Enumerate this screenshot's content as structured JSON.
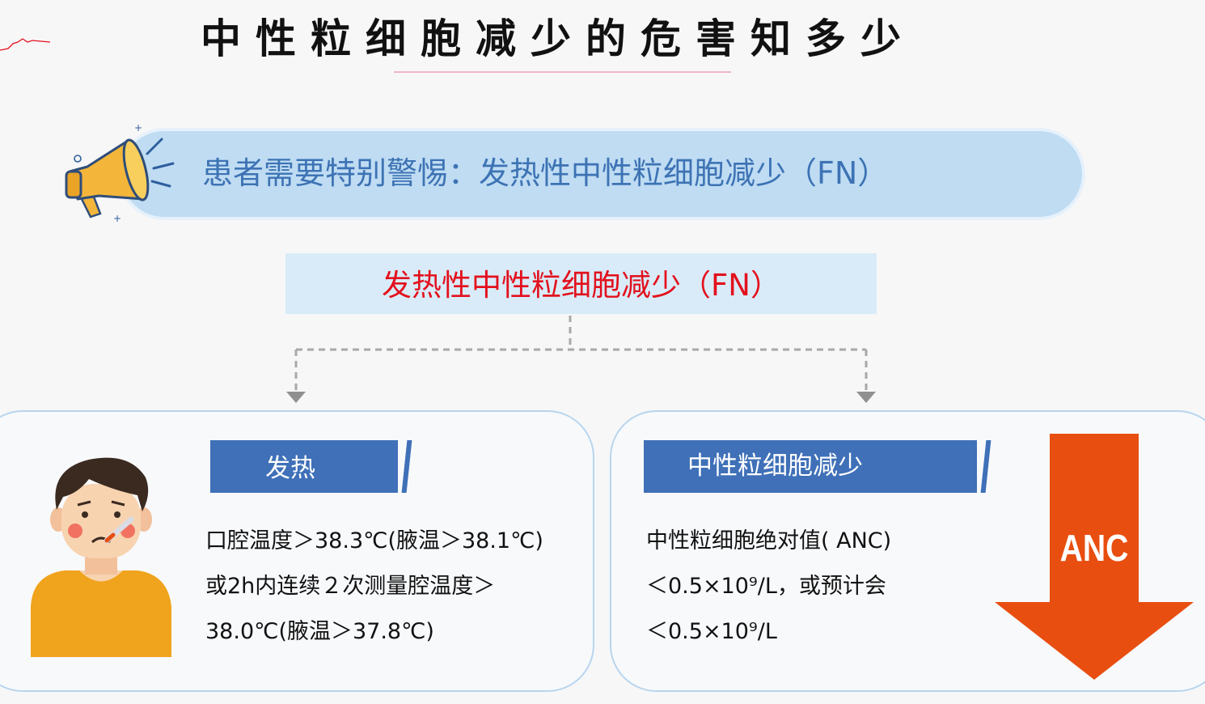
{
  "page": {
    "title": "中性粒细胞减少的危害知多少"
  },
  "banner": {
    "text": "患者需要特别警惕：发热性中性粒细胞减少（FN）",
    "icon": "megaphone-icon"
  },
  "center_box": {
    "text": "发热性中性粒细胞减少（FN）"
  },
  "left_card": {
    "tag": "发热",
    "lines": [
      "口腔温度＞38.3℃(腋温＞38.1℃)",
      "或2h内连续２次测量腔温度＞",
      "38.0℃(腋温＞37.8℃)"
    ],
    "illustration": "sick-person-with-thermometer-icon"
  },
  "right_card": {
    "tag": "中性粒细胞减少",
    "lines": [
      "中性粒细胞绝对值( ANC)",
      "＜0.5×10⁹/L，或预计会",
      "＜0.5×10⁹/L"
    ],
    "arrow_label": "ANC",
    "arrow_icon": "down-arrow-icon"
  },
  "colors": {
    "accent_blue": "#3f70b8",
    "banner_bg": "#bfdcf3",
    "fn_red": "#e3101d",
    "arrow_orange": "#e84e0f"
  }
}
